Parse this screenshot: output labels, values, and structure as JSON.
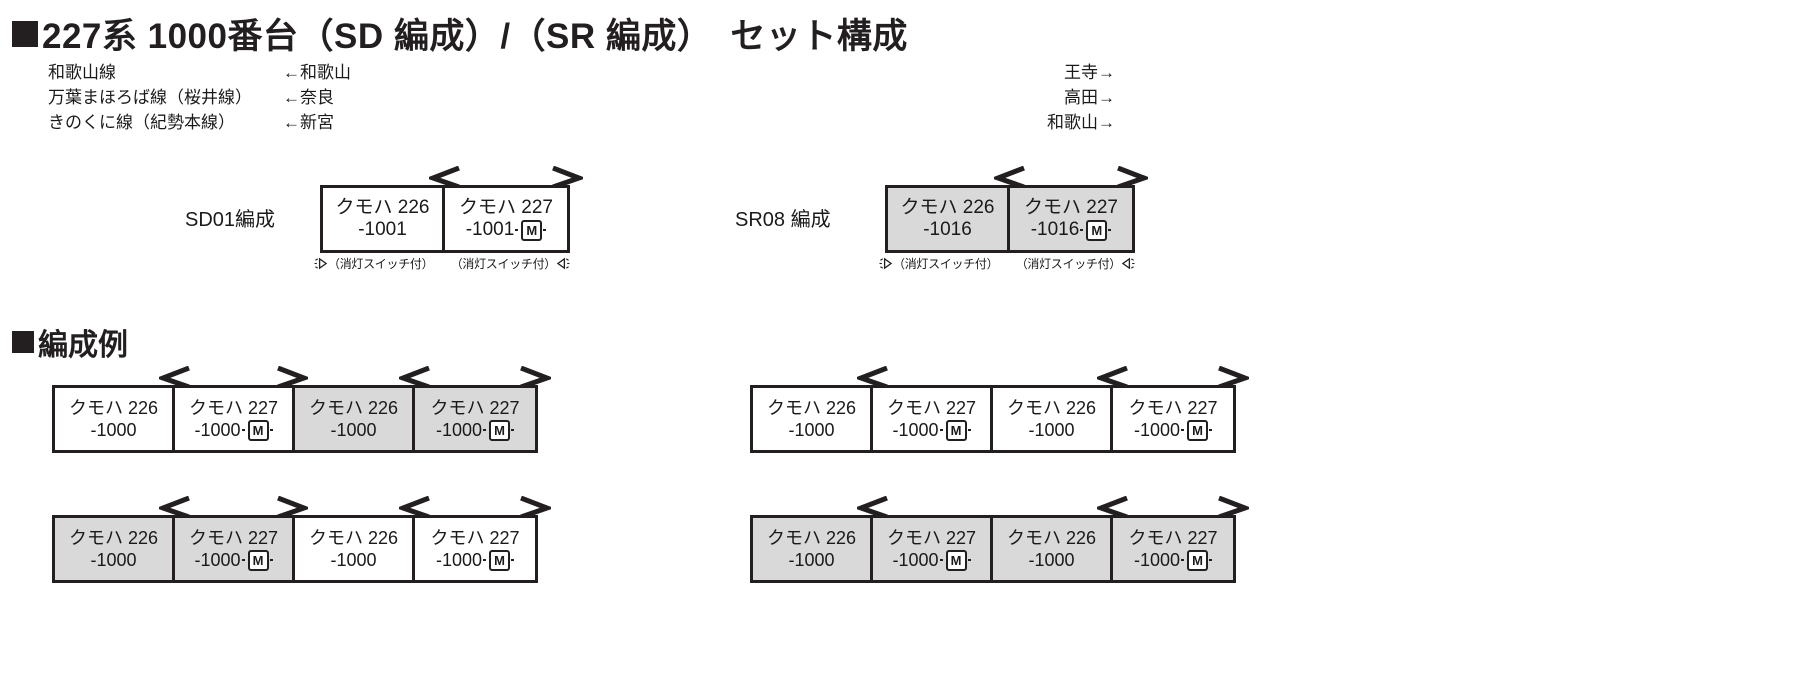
{
  "title": {
    "bullet": "■",
    "text": "227系 1000番台（SD 編成）/（SR 編成）　セット構成"
  },
  "routes": {
    "rows": [
      {
        "name": "和歌山線",
        "from": "←和歌山",
        "to": "王寺→"
      },
      {
        "name": "万葉まほろば線（桜井線）",
        "from": "←奈良",
        "to": "高田→"
      },
      {
        "name": "きのくに線（紀勢本線）",
        "from": "←新宮",
        "to": "和歌山→"
      }
    ]
  },
  "sets": [
    {
      "label": "SD01編成",
      "cars": [
        {
          "name": "クモハ 226",
          "num": "-1001",
          "motor": false,
          "fill": "white"
        },
        {
          "name": "クモハ 227",
          "num": "-1001",
          "motor": true,
          "fill": "white"
        }
      ],
      "notes": [
        {
          "text": "（消灯スイッチ付）",
          "lamp": "left"
        },
        {
          "text": "（消灯スイッチ付）",
          "lamp": "right"
        }
      ]
    },
    {
      "label": "SR08 編成",
      "cars": [
        {
          "name": "クモハ 226",
          "num": "-1016",
          "motor": false,
          "fill": "gray"
        },
        {
          "name": "クモハ 227",
          "num": "-1016",
          "motor": true,
          "fill": "gray"
        }
      ],
      "notes": [
        {
          "text": "（消灯スイッチ付）",
          "lamp": "left"
        },
        {
          "text": "（消灯スイッチ付）",
          "lamp": "right"
        }
      ]
    }
  ],
  "examples_head": {
    "bullet": "■",
    "text": "編成例"
  },
  "examples": [
    {
      "cars": [
        {
          "name": "クモハ 226",
          "num": "-1000",
          "motor": false,
          "fill": "white"
        },
        {
          "name": "クモハ 227",
          "num": "-1000",
          "motor": true,
          "fill": "white"
        },
        {
          "name": "クモハ 226",
          "num": "-1000",
          "motor": false,
          "fill": "gray"
        },
        {
          "name": "クモハ 227",
          "num": "-1000",
          "motor": true,
          "fill": "gray"
        }
      ]
    },
    {
      "cars": [
        {
          "name": "クモハ 226",
          "num": "-1000",
          "motor": false,
          "fill": "white"
        },
        {
          "name": "クモハ 227",
          "num": "-1000",
          "motor": true,
          "fill": "white"
        },
        {
          "name": "クモハ 226",
          "num": "-1000",
          "motor": false,
          "fill": "white"
        },
        {
          "name": "クモハ 227",
          "num": "-1000",
          "motor": true,
          "fill": "white"
        }
      ]
    },
    {
      "cars": [
        {
          "name": "クモハ 226",
          "num": "-1000",
          "motor": false,
          "fill": "gray"
        },
        {
          "name": "クモハ 227",
          "num": "-1000",
          "motor": true,
          "fill": "gray"
        },
        {
          "name": "クモハ 226",
          "num": "-1000",
          "motor": false,
          "fill": "white"
        },
        {
          "name": "クモハ 227",
          "num": "-1000",
          "motor": true,
          "fill": "white"
        }
      ]
    },
    {
      "cars": [
        {
          "name": "クモハ 226",
          "num": "-1000",
          "motor": false,
          "fill": "gray"
        },
        {
          "name": "クモハ 227",
          "num": "-1000",
          "motor": true,
          "fill": "gray"
        },
        {
          "name": "クモハ 226",
          "num": "-1000",
          "motor": false,
          "fill": "gray"
        },
        {
          "name": "クモハ 227",
          "num": "-1000",
          "motor": true,
          "fill": "gray"
        }
      ]
    }
  ],
  "colors": {
    "ink": "#231f20",
    "car_gray": "#d9d9d9",
    "car_white": "#ffffff"
  },
  "symbols": {
    "motor_badge": "M",
    "panto_left": "<",
    "panto_right": ">"
  }
}
